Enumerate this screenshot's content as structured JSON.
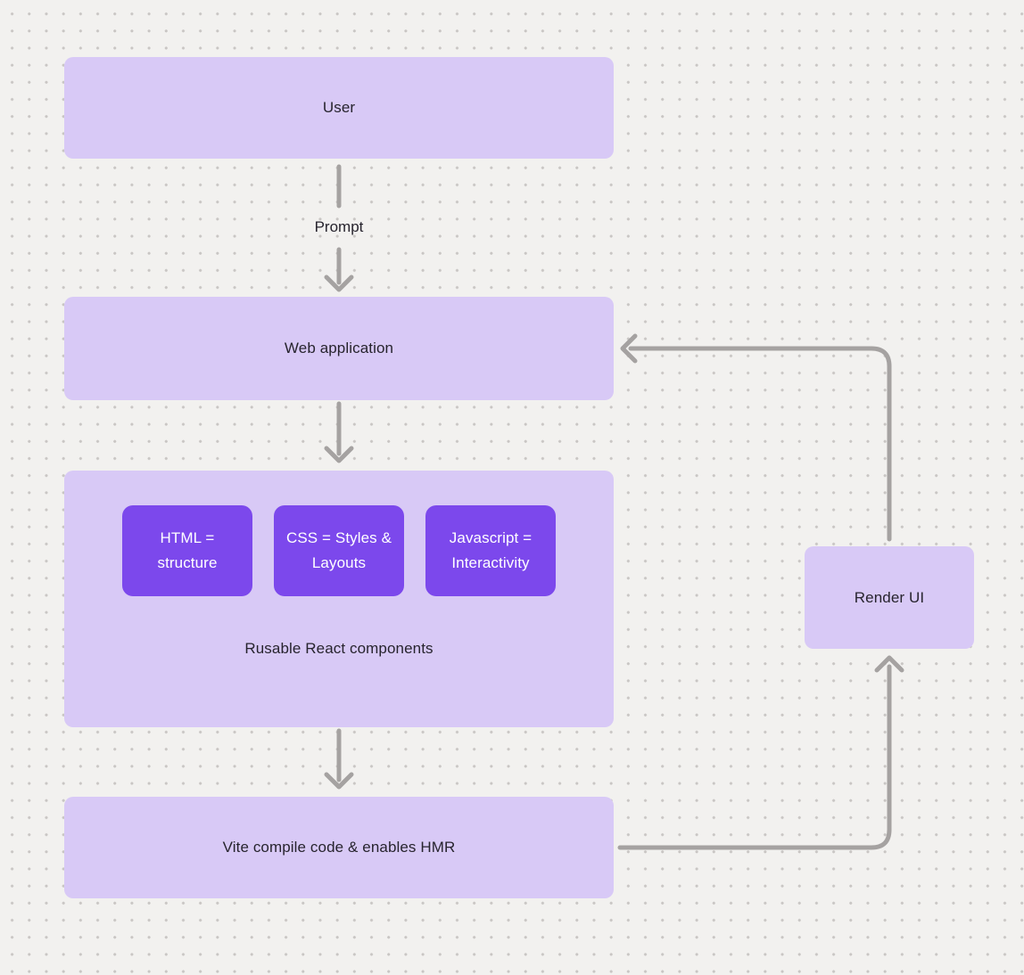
{
  "diagram": {
    "nodes": {
      "user": {
        "label": "User"
      },
      "web_application": {
        "label": "Web application"
      },
      "components_group": {
        "chips": [
          {
            "label": "HTML = structure"
          },
          {
            "label": "CSS = Styles & Layouts"
          },
          {
            "label": "Javascript = Interactivity"
          }
        ],
        "caption": "Rusable React components"
      },
      "vite": {
        "label": "Vite compile code & enables HMR"
      },
      "render_ui": {
        "label": "Render UI"
      }
    },
    "edge_labels": {
      "prompt": "Prompt"
    },
    "colors": {
      "background": "#f2f1ef",
      "dot": "#c9c6c4",
      "node_fill": "#d8c9f6",
      "chip_fill": "#7c48ec",
      "chip_text": "#ffffff",
      "text": "#27242e",
      "arrow": "#a5a2a1"
    }
  }
}
